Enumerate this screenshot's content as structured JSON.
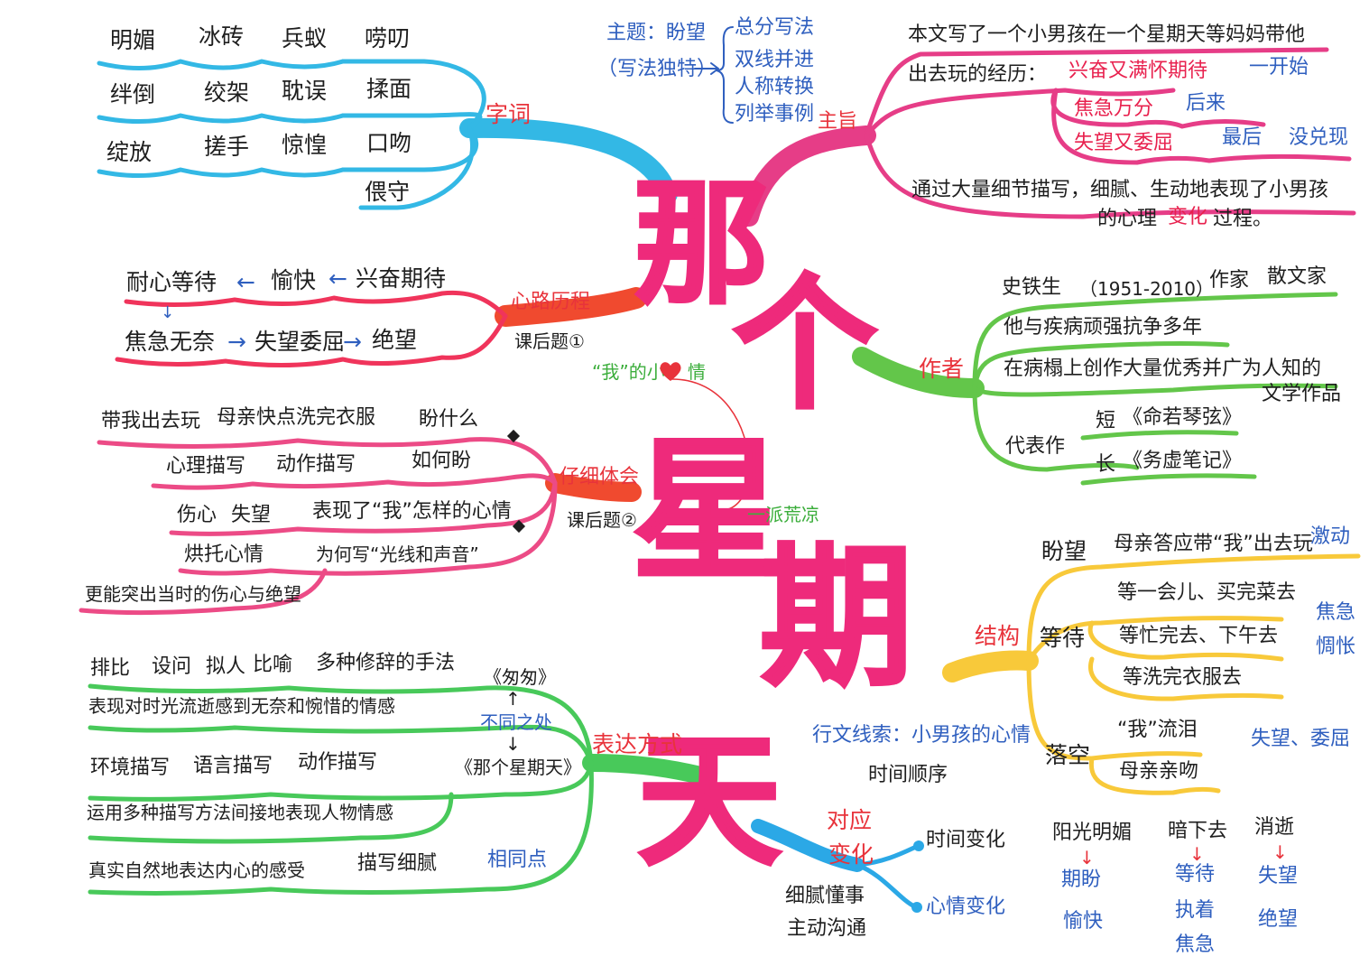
{
  "title": [
    "那",
    "个",
    "星",
    "期",
    "天"
  ],
  "colors": {
    "title": "#ee2a7b",
    "ziCi": "#33b8e5",
    "zhuZhi": "#e63d87",
    "zuoZhe": "#63c64a",
    "xinLu": "#f0345b",
    "tiHui": "#ec4b86",
    "jieGou": "#f8c93a",
    "biaoDa": "#48c95a",
    "duiYing": "#2ba8e6",
    "blueText": "#2f5fbf",
    "redText": "#e8333b"
  },
  "ziCi": {
    "label": "字词",
    "words": [
      "明媚",
      "冰砖",
      "兵蚁",
      "唠叨",
      "绊倒",
      "绞架",
      "耽误",
      "揉面",
      "绽放",
      "搓手",
      "惊惶",
      "口吻",
      "偎守"
    ]
  },
  "zhuTi": {
    "label": "主题：盼望",
    "sub": "（写法独特）",
    "items": [
      "总分写法",
      "双线并进",
      "人称转换",
      "列举事例"
    ]
  },
  "zhuZhi": {
    "label": "主旨",
    "line1": "本文写了一个小男孩在一个星期天等妈妈带他",
    "line2": "出去玩的经历：",
    "e1": "兴奋又满怀期待",
    "t1": "一开始",
    "e2": "焦急万分",
    "t2": "后来",
    "e3": "失望又委屈",
    "t3": "最后",
    "t4": "没兑现",
    "line3": "通过大量细节描写，细腻、生动地表现了小男孩",
    "line4a": "的心理",
    "line4b": "变化",
    "line4c": "过程。"
  },
  "zuoZhe": {
    "label": "作者",
    "name": "史铁生",
    "years": "（1951-2010）",
    "job1": "作家",
    "job2": "散文家",
    "l1": "他与疾病顽强抗争多年",
    "l2": "在病榻上创作大量优秀并广为人知的",
    "l3": "文学作品",
    "works": "代表作",
    "short": "短",
    "shortTitle": "《命若琴弦》",
    "long": "长",
    "longTitle": "《务虚笔记》"
  },
  "xinLu": {
    "label": "心路历程",
    "sub": "课后题①",
    "s1": "兴奋期待",
    "s2": "愉快",
    "s3": "耐心等待",
    "s4": "焦急无奈",
    "s5": "失望委屈",
    "s6": "绝望",
    "arrowL": "←",
    "arrowR": "→",
    "arrowD": "↓"
  },
  "heart": {
    "a": "“我”的小",
    "b": "情",
    "c": "一派荒凉"
  },
  "tiHui": {
    "label": "仔细体会",
    "sub": "课后题②",
    "l1": "带我出去玩",
    "l2": "母亲快点洗完衣服",
    "l3": "盼什么",
    "l4": "心理描写",
    "l5": "动作描写",
    "l6": "如何盼",
    "l7": "伤心",
    "l8": "失望",
    "l9": "表现了“我”怎样的心情",
    "l10": "烘托心情",
    "l11": "为何写“光线和声音”",
    "l12": "更能突出当时的伤心与绝望"
  },
  "jieGou": {
    "label": "结构",
    "pan": "盼望",
    "panText": "母亲答应带“我”出去玩",
    "panEmo": "激动",
    "deng": "等待",
    "d1": "等一会儿、买完菜去",
    "d2": "等忙完去、下午去",
    "d3": "等洗完衣服去",
    "dengEmo1": "焦急",
    "dengEmo2": "惆怅",
    "luo": "落空",
    "lk1": "“我”流泪",
    "lk2": "母亲亲吻",
    "luoEmo": "失望、委屈"
  },
  "xianSuo": {
    "l1": "行文线索：小男孩的心情",
    "l2": "时间顺序"
  },
  "biaoDa": {
    "label": "表达方式",
    "r1": "排比",
    "r2": "设问",
    "r3": "拟人",
    "r4": "比喻",
    "r5": "多种修辞的手法",
    "l1": "表现对时光流逝感到无奈和惋惜的情感",
    "cmp1": "《匆匆》",
    "cmp": "不同之处",
    "cmp2": "《那个星期天》",
    "up": "↑",
    "down": "↓",
    "d1": "环境描写",
    "d2": "语言描写",
    "d3": "动作描写",
    "l2": "运用多种描写方法间接地表现人物情感",
    "l3": "真实自然地表达内心的感受",
    "l4": "描写细腻",
    "same": "相同点"
  },
  "duiYing": {
    "label1": "对应",
    "label2": "变化",
    "time": "时间变化",
    "mood": "心情变化",
    "note1": "细腻懂事",
    "note2": "主动沟通",
    "c1a": "阳光明媚",
    "c1b": "期盼",
    "c1c": "愉快",
    "c2a": "暗下去",
    "c2b": "等待",
    "c2c": "执着",
    "c2d": "焦急",
    "c3a": "消逝",
    "c3b": "失望",
    "c3c": "绝望",
    "arrow": "↓"
  }
}
